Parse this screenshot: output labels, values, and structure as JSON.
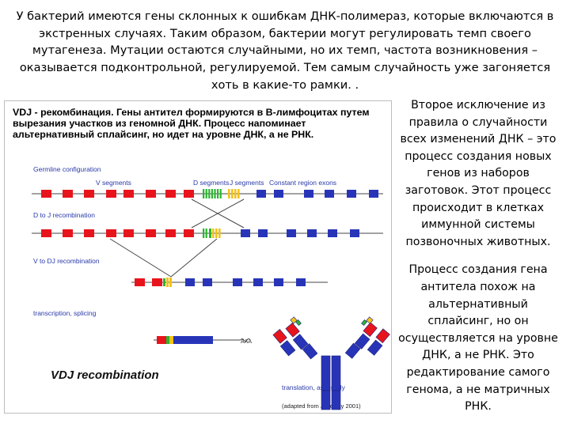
{
  "intro_text": "У бактерий имеются гены склонных к ошибкам ДНК-полимераз, которые включаются в экстренных случаях. Таким образом, бактерии могут регулировать темп своего мутагенеза. Мутации остаются случайными, но их темп, частота возникновения – оказывается подконтрольной, регулируемой. Тем самым случайность уже загоняется хоть в какие-то рамки. .",
  "figure": {
    "caption": "VDJ - рекомбинация. Гены антител формируются в В-лимфоцитах путем вырезания участков из геномной ДНК. Процесс напоминает альтернативный сплайсинг, но идет на уровне ДНК, а не РНК.",
    "stage_labels": {
      "germline": "Germline configuration",
      "d_to_j": "D to J recombination",
      "v_to_dj": "V to DJ recombination",
      "transcription": "transcription, splicing",
      "translation": "translation, assembly"
    },
    "segment_labels": {
      "v": "V segments",
      "d": "D segments",
      "j": "J segments",
      "c": "Constant region exons"
    },
    "tail_label": "AAA",
    "title": "VDJ recombination",
    "source": "(adapted from Janeway 2001)",
    "colors": {
      "v": "#e8141c",
      "d": "#2bb530",
      "j": "#f2c21a",
      "c": "#2834b8",
      "line": "#444444",
      "label": "#2a3aa8"
    }
  },
  "right_para_1": "Второе исключение из правила о случайности всех изменений ДНК – это процесс создания новых генов из наборов заготовок. Этот процесс происходит в клетках иммунной системы позвоночных животных.",
  "right_para_2": "Процесс создания гена антитела похож на альтернативный сплайсинг, но он осуществляется на уровне ДНК, а не РНК. Это редактирование самого генома, а не матричных РНК."
}
